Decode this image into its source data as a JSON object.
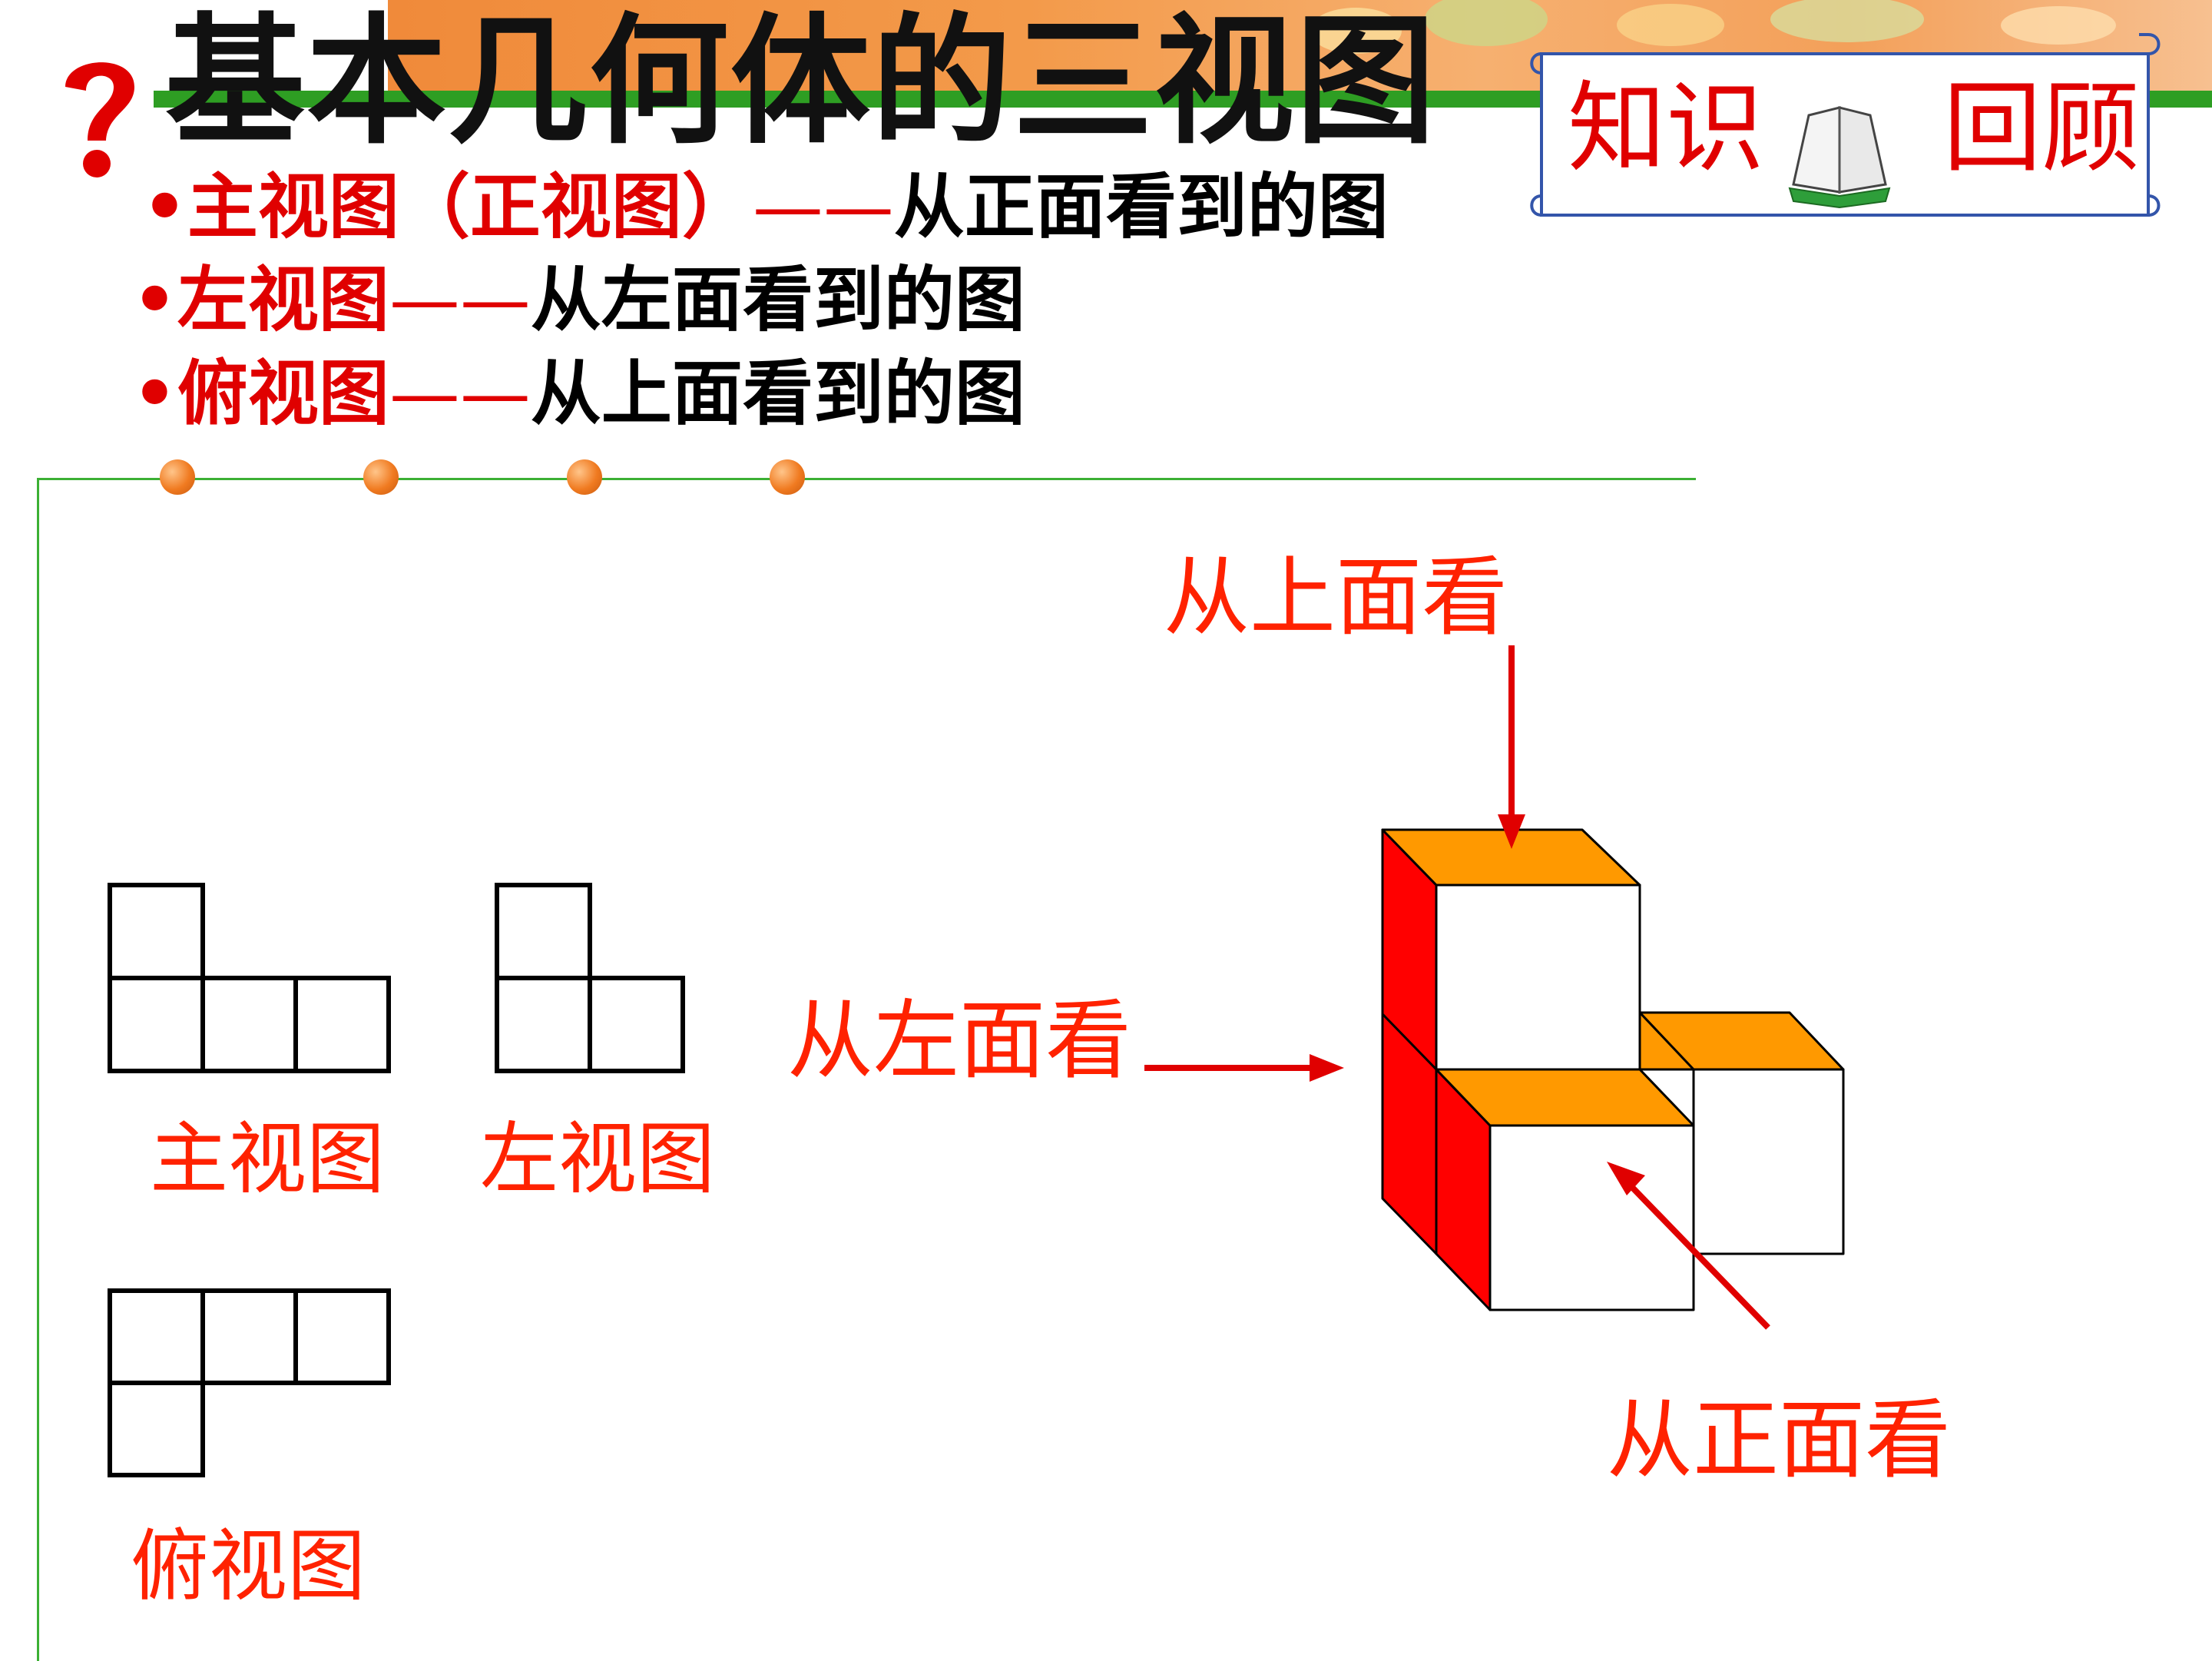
{
  "slide": {
    "title": "基本几何体的三视图",
    "badge": {
      "left": "知识",
      "right": "回顾",
      "icon": "open-book-icon"
    },
    "definitions": [
      {
        "bullet": "•",
        "term": "主视图（正视图）",
        "dash": "——",
        "desc": "从正面看到的图"
      },
      {
        "bullet": "•",
        "term": "左视图",
        "dash": "——",
        "desc": "从左面看到的图"
      },
      {
        "bullet": "•",
        "term": "俯视图",
        "dash": "——",
        "desc": "从上面看到的图"
      }
    ]
  },
  "views": {
    "front_label": "主视图",
    "left_label": "左视图",
    "top_label": "俯视图"
  },
  "solid": {
    "from_top": "从上面看",
    "from_left": "从左面看",
    "from_front": "从正面看"
  },
  "colors": {
    "accent_red": "#e00000",
    "label_red": "#ff2200",
    "cube_top": "#ff9900",
    "cube_side": "#ff0000",
    "rule_green": "#3cb034"
  }
}
